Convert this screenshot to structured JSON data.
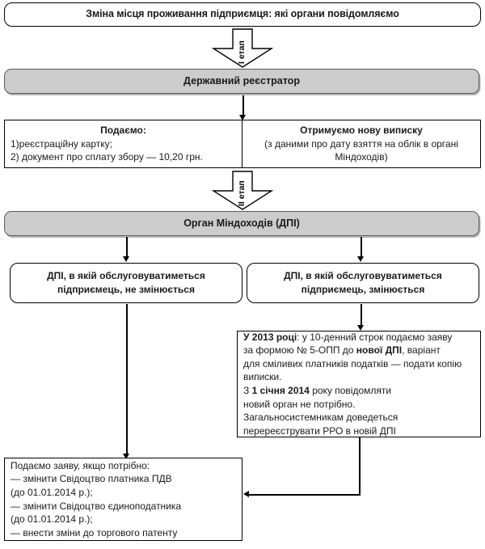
{
  "diagram": {
    "title": "Зміна місця проживання підприємця: які органи повідомляємо",
    "stage1_label": "I етап",
    "stage2_label": "II етап",
    "registrar_bar": "Державний реєстратор",
    "tax_bar": "Орган Міндоходів (ДПІ)",
    "submit_box": {
      "heading": "Подаємо:",
      "line1": "1)реєстраційну картку;",
      "line2": "2) документ про сплату збору — 10,20 грн."
    },
    "receive_box": {
      "heading": "Отримуємо нову виписку",
      "line1": "(з даними про дату взяття на облік в органі",
      "line2": "Міндоходів)"
    },
    "dpi_same": {
      "line1": "ДПІ, в якій обслуговуватиметься",
      "line2": "підприємець, не змінюється"
    },
    "dpi_changed": {
      "line1": "ДПІ, в якій обслуговуватиметься",
      "line2": "підприємець, змінюється"
    },
    "year_box": {
      "p1_bold": "У 2013 році",
      "p1_rest": ": у 10-денний строк подаємо заяву",
      "p2_pre": "за формою № 5-ОПП до ",
      "p2_bold": "нової ДПІ",
      "p2_post": ", варіант",
      "p3": "для сміливих платників податків — подати копію",
      "p4": "виписки.",
      "p5_pre": "З ",
      "p5_bold": "1 січня 2014",
      "p5_post": " року повідомляти",
      "p6": "новий орган не потрібно.",
      "p7": "Загальносистемникам доведеться",
      "p8": "перереєструвати РРО в новій ДПІ"
    },
    "apply_box": {
      "l1": "Подаємо заяву, якщо потрібно:",
      "l2": "— змінити Свідоцтво платника ПДВ",
      "l3": "(до 01.01.2014 р.);",
      "l4": "— змінити Свідоцтво єдиноподатника",
      "l5": "(до 01.01.2014 р.);",
      "l6": "— внести зміни до торгового патенту"
    }
  },
  "colors": {
    "gray_bar": "#cccccc",
    "line": "#000000",
    "background": "#ffffff"
  }
}
